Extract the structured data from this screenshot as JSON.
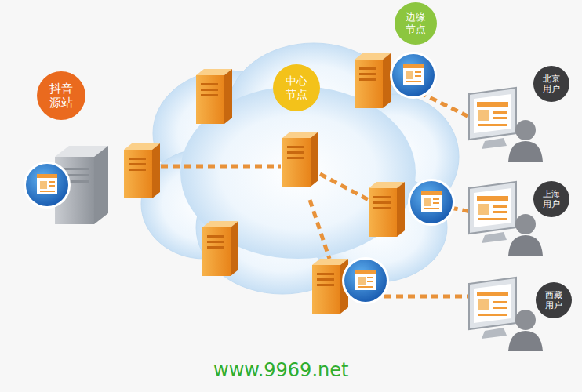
{
  "diagram": {
    "nodes": [
      {
        "text": [
          "抖音源站"
        ]
      },
      {
        "text": [
          "中心节点"
        ]
      },
      {
        "text": [
          "边缘节点"
        ]
      },
      {
        "text": [
          "北京用户"
        ]
      },
      {
        "text": [
          "上海用户"
        ]
      },
      {
        "text": [
          "西藏用户"
        ]
      }
    ],
    "labels": [
      "www.9969.net"
    ]
  }
}
